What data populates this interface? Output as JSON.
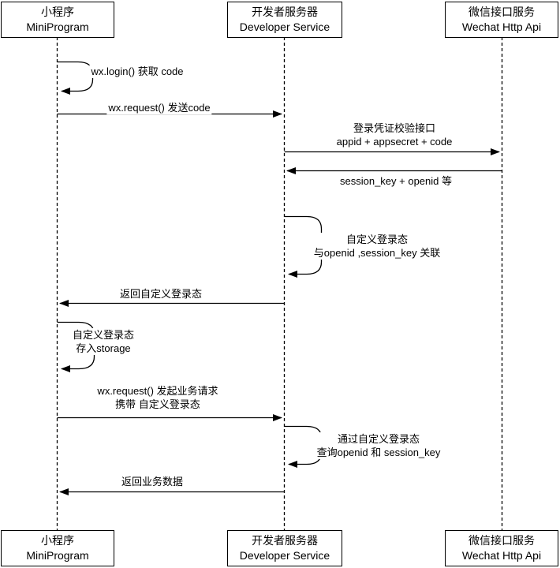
{
  "colors": {
    "stroke": "#000000",
    "background": "#ffffff",
    "text": "#000000"
  },
  "actors": [
    {
      "zh": "小程序",
      "en": "MiniProgram"
    },
    {
      "zh": "开发者服务器",
      "en": "Developer Service"
    },
    {
      "zh": "微信接口服务",
      "en": "Wechat Http Api"
    }
  ],
  "messages": [
    {
      "kind": "self",
      "actor": "MiniProgram",
      "lines": [
        "wx.login() 获取 code"
      ]
    },
    {
      "kind": "message",
      "from": "MiniProgram",
      "to": "Developer Service",
      "lines": [
        "wx.request() 发送code"
      ]
    },
    {
      "kind": "message",
      "from": "Developer Service",
      "to": "Wechat Http Api",
      "lines": [
        "登录凭证校验接口",
        "appid + appsecret + code"
      ]
    },
    {
      "kind": "message",
      "from": "Wechat Http Api",
      "to": "Developer Service",
      "lines": [
        "session_key + openid 等"
      ]
    },
    {
      "kind": "self",
      "actor": "Developer Service",
      "lines": [
        "自定义登录态",
        "与openid ,session_key 关联"
      ]
    },
    {
      "kind": "message",
      "from": "Developer Service",
      "to": "MiniProgram",
      "lines": [
        "返回自定义登录态"
      ]
    },
    {
      "kind": "self",
      "actor": "MiniProgram",
      "lines": [
        "自定义登录态",
        "存入storage"
      ]
    },
    {
      "kind": "message",
      "from": "MiniProgram",
      "to": "Developer Service",
      "lines": [
        "wx.request() 发起业务请求",
        "携带 自定义登录态"
      ]
    },
    {
      "kind": "self",
      "actor": "Developer Service",
      "lines": [
        "通过自定义登录态",
        "查询openid 和 session_key"
      ]
    },
    {
      "kind": "message",
      "from": "Developer Service",
      "to": "MiniProgram",
      "lines": [
        "返回业务数据"
      ]
    }
  ]
}
